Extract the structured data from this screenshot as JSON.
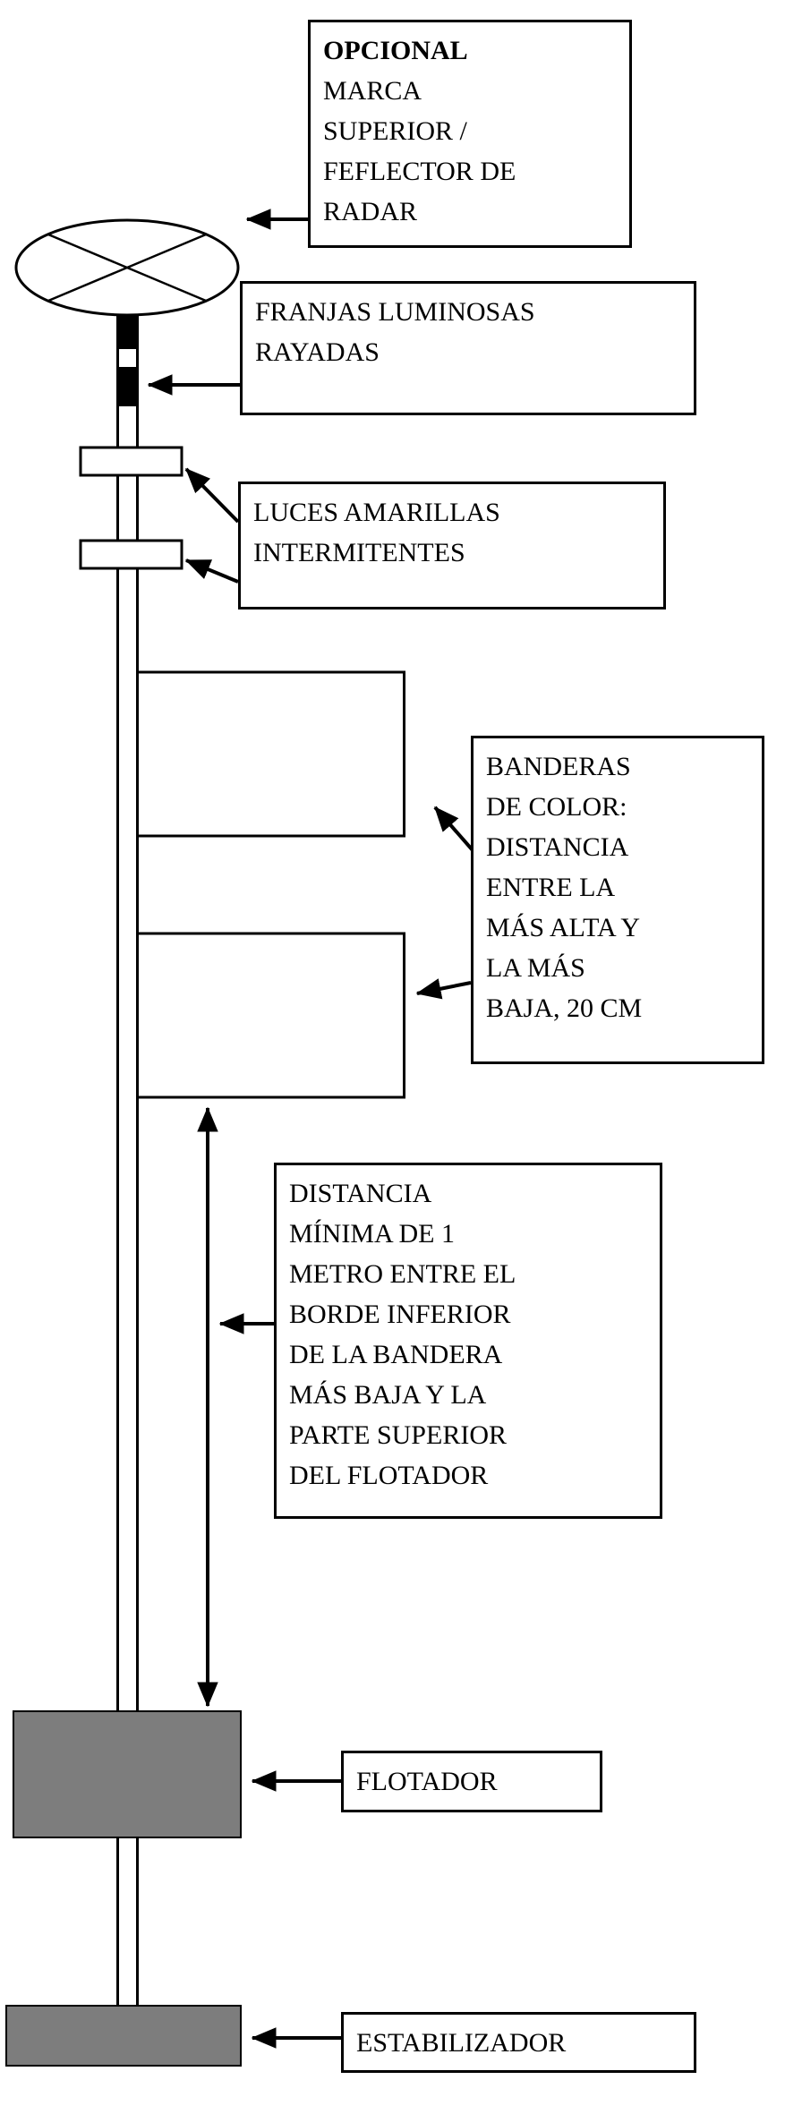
{
  "labels": {
    "top_mark": {
      "bold": "OPCIONAL",
      "rest": "MARCA\nSUPERIOR /\nFEFLECTOR DE\nRADAR"
    },
    "stripes": "FRANJAS LUMINOSAS\nRAYADAS",
    "lights": "LUCES AMARILLAS\nINTERMITENTES",
    "flags": "BANDERAS\nDE COLOR:\nDISTANCIA\nENTRE LA\nMÁS ALTA Y\nLA MÁS\nBAJA, 20 CM",
    "min_distance": "DISTANCIA\nMÍNIMA DE 1\nMETRO ENTRE EL\nBORDE INFERIOR\nDE LA BANDERA\nMÁS BAJA Y LA\nPARTE SUPERIOR\nDEL FLOTADOR",
    "float": "FLOTADOR",
    "stabilizer": "ESTABILIZADOR"
  },
  "colors": {
    "line": "#000000",
    "gray_fill": "#7d7d7d",
    "background": "#ffffff"
  },
  "icons": {
    "top_mark": "crossed-ellipse-topmark-icon",
    "arrow": "solid-black-triangle-arrow"
  }
}
